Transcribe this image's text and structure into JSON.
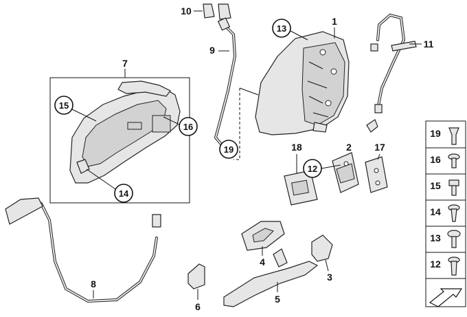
{
  "callouts": {
    "p1": "1",
    "p2": "2",
    "p3": "3",
    "p4": "4",
    "p5": "5",
    "p6": "6",
    "p7": "7",
    "p8": "8",
    "p9": "9",
    "p10": "10",
    "p11": "11",
    "p12": "12",
    "p13": "13",
    "p14": "14",
    "p15": "15",
    "p16": "16",
    "p17": "17",
    "p18": "18",
    "p19": "19"
  },
  "legend": [
    "19",
    "16",
    "15",
    "14",
    "13",
    "12"
  ],
  "colors": {
    "ink": "#111111",
    "part_fill": "#e6e6e6",
    "shade": "#d2d2d2"
  }
}
